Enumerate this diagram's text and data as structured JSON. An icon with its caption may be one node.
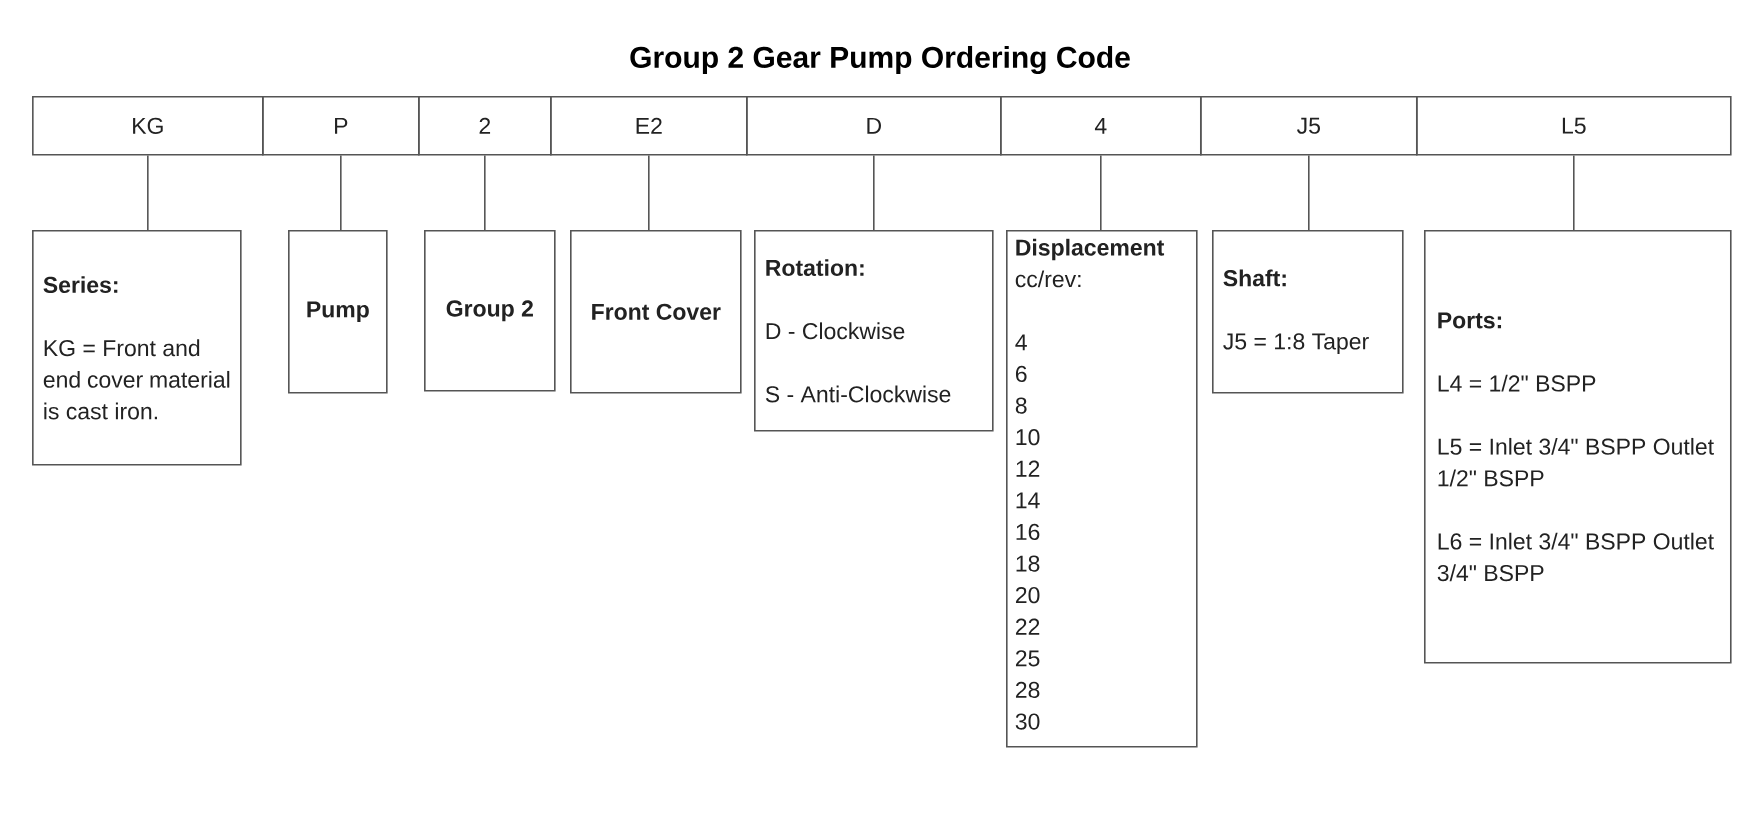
{
  "diagram": {
    "title": "Group 2 Gear Pump Ordering Code",
    "nodes": [
      {
        "text": [
          "KG"
        ]
      },
      {
        "text": [
          "P"
        ]
      },
      {
        "text": [
          "2"
        ]
      },
      {
        "text": [
          "E2"
        ]
      },
      {
        "text": [
          "D"
        ]
      },
      {
        "text": [
          "4"
        ]
      },
      {
        "text": [
          "J5"
        ]
      },
      {
        "text": [
          "L5"
        ]
      },
      {
        "text": [
          "Series:",
          "KG = Front and end cover material is cast iron."
        ]
      },
      {
        "text": [
          "Pump"
        ]
      },
      {
        "text": [
          "Group 2"
        ]
      },
      {
        "text": [
          "Front Cover"
        ]
      },
      {
        "text": [
          "Rotation:",
          "D - Clockwise",
          "S - Anti-Clockwise"
        ]
      },
      {
        "text": [
          "Displacement",
          "cc/rev:",
          "4",
          "6",
          "8",
          "10",
          "12",
          "14",
          "16",
          "18",
          "20",
          "22",
          "25",
          "28",
          "30"
        ]
      },
      {
        "text": [
          "Shaft:",
          "J5 = 1:8 Taper"
        ]
      },
      {
        "text": [
          "Ports:",
          "L4 = 1/2\" BSPP",
          "L5 = Inlet 3/4\" BSPP Outlet 1/2\" BSPP",
          "L6 = Inlet 3/4\" BSPP Outlet 3/4\" BSPP"
        ]
      }
    ],
    "edges": [
      {
        "from": 0,
        "to": 8,
        "arrow": "none"
      },
      {
        "from": 1,
        "to": 9,
        "arrow": "none"
      },
      {
        "from": 2,
        "to": 10,
        "arrow": "none"
      },
      {
        "from": 3,
        "to": 11,
        "arrow": "none"
      },
      {
        "from": 4,
        "to": 12,
        "arrow": "none"
      },
      {
        "from": 5,
        "to": 13,
        "arrow": "none"
      },
      {
        "from": 6,
        "to": 14,
        "arrow": "none"
      },
      {
        "from": 7,
        "to": 15,
        "arrow": "none"
      }
    ]
  }
}
